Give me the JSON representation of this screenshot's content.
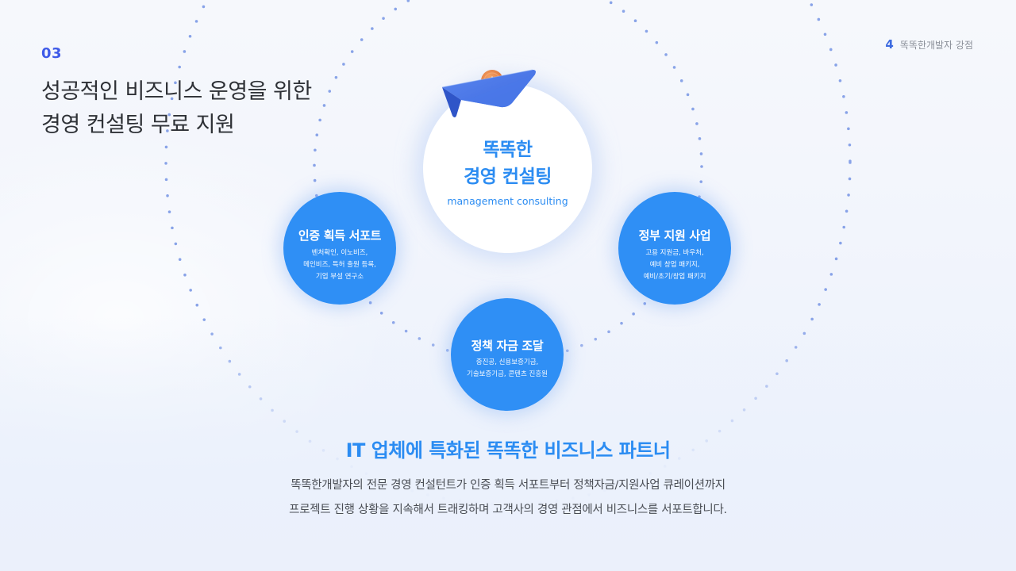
{
  "header": {
    "section_number": "03",
    "title_lines": [
      "성공적인 비즈니스 운영을 위한",
      "경영 컨설팅 무료 지원"
    ],
    "chapter_number": "4",
    "chapter_label": "똑똑한개발자 강점"
  },
  "center": {
    "icon": "paper-plane-coin-icon",
    "title_line1": "똑똑한",
    "title_line2": "경영 컨설팅",
    "subtitle": "management consulting"
  },
  "services": [
    {
      "title": "인증 획득 서포트",
      "desc": [
        "벤처확인, 이노비즈,",
        "메인비즈, 특허 출원 등록,",
        "기업 부설 연구소"
      ]
    },
    {
      "title": "정부 지원 사업",
      "desc": [
        "고용 지원금, 바우처,",
        "예비 창업 패키지,",
        "예비/초기/창업 패키지"
      ]
    },
    {
      "title": "정책 자금 조달",
      "desc": [
        "중진공, 신용보증기금,",
        "기술보증기금, 콘텐츠 진흥원"
      ]
    }
  ],
  "footer": {
    "headline": "IT 업체에 특화된 똑똑한 비즈니스 파트너",
    "body_lines": [
      "똑똑한개발자의 전문 경영 컨설턴트가 인증 획득 서포트부터 정책자금/지원사업 큐레이션까지",
      "프로젝트 진행 상황을 지속해서 트래킹하며 고객사의 경영 관점에서 비즈니스를 서포트합니다."
    ]
  },
  "colors": {
    "accent_blue": "#2f8ff5",
    "section_number": "#3f5be8",
    "title_text": "#2e3136",
    "dot": "#7d9ae6"
  }
}
